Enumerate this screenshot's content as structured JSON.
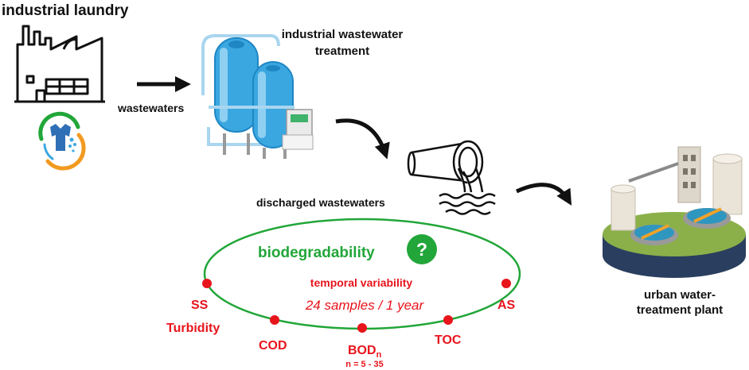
{
  "labels": {
    "laundry": "industrial laundry",
    "wastewaters": "wastewaters",
    "treatment_line1": "industrial wastewater",
    "treatment_line2": "treatment",
    "discharged": "discharged wastewaters",
    "urban_line1": "urban water-",
    "urban_line2": "treatment plant"
  },
  "cycle": {
    "title": "biodegradability",
    "question_mark": "?",
    "temporal": "temporal variability",
    "samples": "24 samples / 1 year",
    "params": {
      "ss": "SS",
      "turbidity": "Turbidity",
      "cod": "COD",
      "bod": "BOD",
      "bod_sub": "n",
      "bod_range": "n = 5 - 35",
      "toc": "TOC",
      "as": "AS"
    }
  },
  "colors": {
    "ellipse": "#22a639",
    "params": "#e8141c",
    "tank": "#3aa7e0",
    "text": "#111111"
  }
}
